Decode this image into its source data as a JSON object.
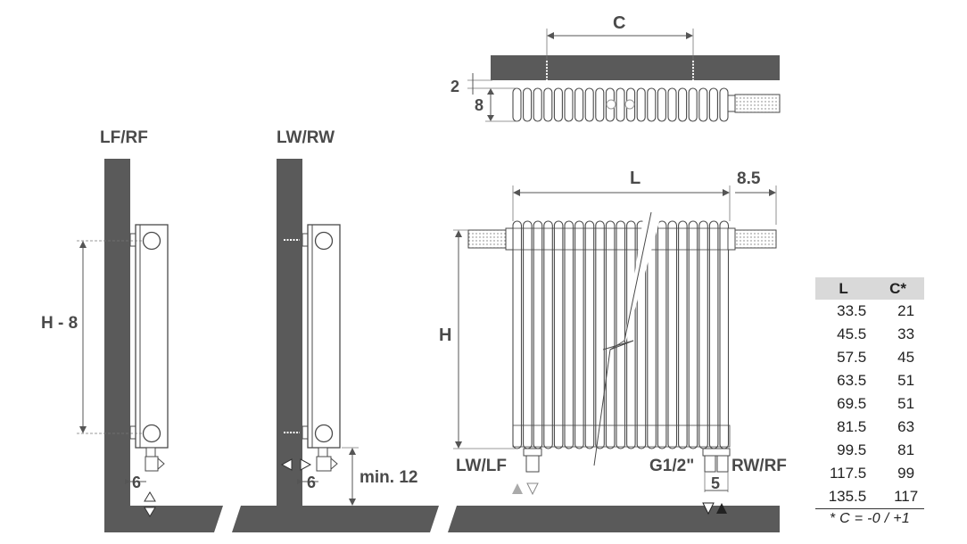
{
  "labels": {
    "lf_rf": "LF/RF",
    "lw_rw": "LW/RW",
    "h_minus_8": "H - 8",
    "six_a": "6",
    "six_b": "6",
    "min12": "min. 12",
    "c": "C",
    "two": "2",
    "eight": "8",
    "l": "L",
    "eight_five": "8.5",
    "h": "H",
    "lw_lf": "LW/LF",
    "g12": "G1/2\"",
    "rw_rf": "RW/RF",
    "five": "5"
  },
  "table": {
    "headers": [
      "L",
      "C*"
    ],
    "rows": [
      [
        "33.5",
        "21"
      ],
      [
        "45.5",
        "33"
      ],
      [
        "57.5",
        "45"
      ],
      [
        "63.5",
        "51"
      ],
      [
        "69.5",
        "51"
      ],
      [
        "81.5",
        "63"
      ],
      [
        "99.5",
        "81"
      ],
      [
        "117.5",
        "99"
      ],
      [
        "135.5",
        "117"
      ]
    ],
    "note": "* C = -0 / +1"
  },
  "colors": {
    "wall": "#5a5a5a",
    "table_header": "#d9d9d9",
    "arrow_light": "#aaaaaa",
    "arrow_dark": "#222222"
  }
}
